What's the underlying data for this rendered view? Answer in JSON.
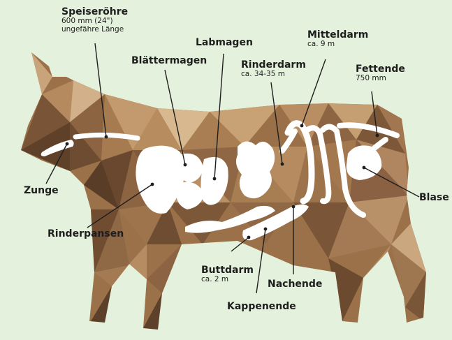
{
  "colors": {
    "background": "#e4f1dc",
    "body_dark": "#6b4a30",
    "body_mid": "#9b7149",
    "body_light": "#c9a47a",
    "organ_fill": "#ffffff",
    "line": "#1e1e1e"
  },
  "labels": {
    "speiseroehre": {
      "title": "Speiseröhre",
      "sub1": "600 mm (24\")",
      "sub2": "ungefähre Länge"
    },
    "labmagen": {
      "title": "Labmagen"
    },
    "blaettermagen": {
      "title": "Blättermagen"
    },
    "mitteldarm": {
      "title": "Mitteldarm",
      "sub": "ca. 9 m"
    },
    "rinderdarm": {
      "title": "Rinderdarm",
      "sub": "ca. 34-35 m"
    },
    "fettende": {
      "title": "Fettende",
      "sub": "750 mm"
    },
    "zunge": {
      "title": "Zunge"
    },
    "blase": {
      "title": "Blase"
    },
    "rinderpansen": {
      "title": "Rinderpansen"
    },
    "buttdarm": {
      "title": "Buttdarm",
      "sub": "ca. 2 m"
    },
    "nachende": {
      "title": "Nachende"
    },
    "kappenende": {
      "title": "Kappenende"
    }
  }
}
